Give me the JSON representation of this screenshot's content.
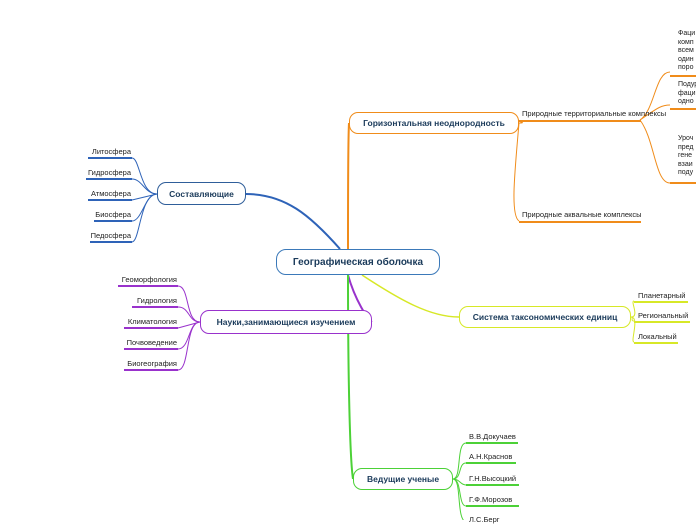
{
  "root": "Географическая оболочка",
  "branches": {
    "sostavlyayushchie": {
      "title": "Составляющие",
      "color": "#2e63b8",
      "items": [
        "Литосфера",
        "Гидросфера",
        "Атмосфера",
        "Биосфера",
        "Педосфера"
      ]
    },
    "nauki": {
      "title": "Науки,занимающиеся изучением",
      "color": "#9932cc",
      "items": [
        "Геоморфология",
        "Гидрология",
        "Климатология",
        "Почвоведение",
        "Биогеография"
      ]
    },
    "horizontal": {
      "title": "Горизонтальная неоднородность",
      "color": "#f08c1a",
      "items": [
        "Природные территориальные комплексы",
        "Природные аквальные комплексы"
      ],
      "sub_text_1": [
        "Фаци",
        "комп",
        "всем",
        "один",
        "поро"
      ],
      "sub_text_2": [
        "Подур",
        "фаци",
        "одно"
      ],
      "sub_text_3": [
        "Уроч",
        "пред",
        "гене",
        "взаи",
        "поду"
      ]
    },
    "sistema": {
      "title": "Система таксономических единиц",
      "color": "#d7e827",
      "items": [
        "Планетарный",
        "Региональный",
        "Локальный"
      ]
    },
    "uchenye": {
      "title": "Ведущие ученые",
      "color": "#4cd137",
      "items": [
        "В.В.Докучаев",
        "А.Н.Краснов",
        "Г.Н.Высоцкий",
        "Г.Ф.Морозов",
        "Л.С.Берг"
      ]
    }
  }
}
